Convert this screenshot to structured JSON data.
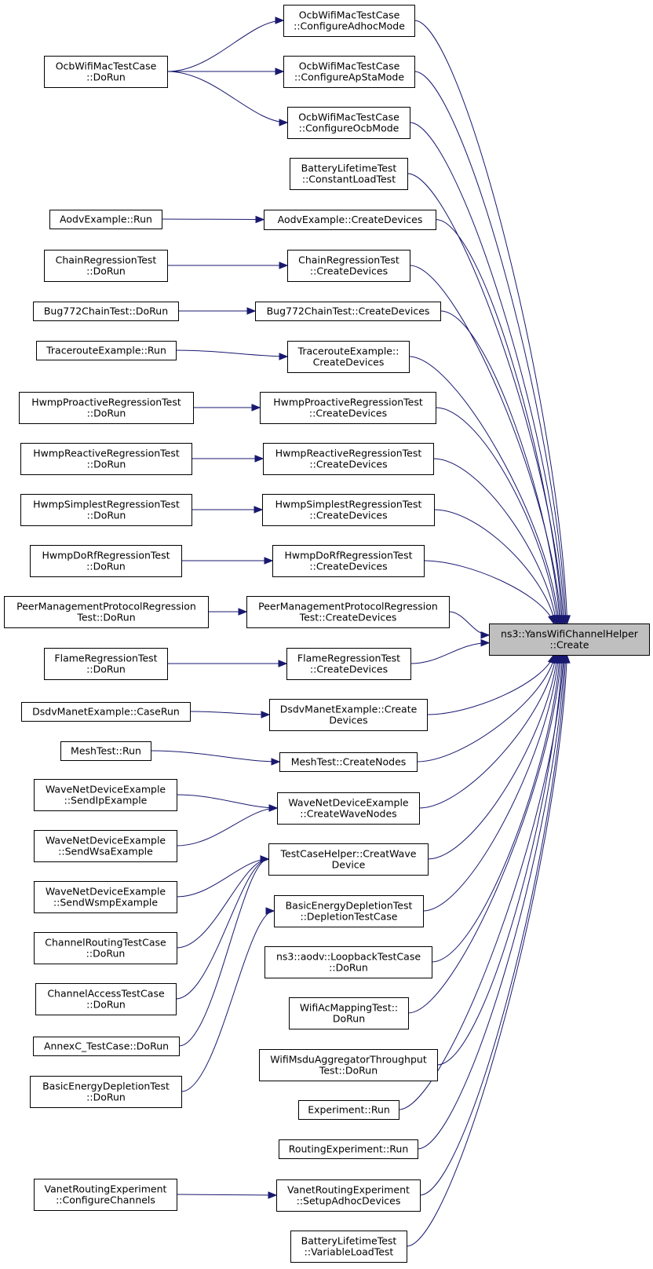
{
  "diagram": {
    "edge_color": "#191970",
    "root_fill": "#bfbfbf",
    "nodes": [
      {
        "id": "root",
        "lines": [
          "ns3::YansWifiChannelHelper",
          "::Create"
        ]
      },
      {
        "id": "c1",
        "lines": [
          "OcbWifiMacTestCase",
          "::ConfigureAdhocMode"
        ]
      },
      {
        "id": "c2",
        "lines": [
          "OcbWifiMacTestCase",
          "::ConfigureApStaMode"
        ]
      },
      {
        "id": "c3",
        "lines": [
          "OcbWifiMacTestCase",
          "::ConfigureOcbMode"
        ]
      },
      {
        "id": "c4",
        "lines": [
          "BatteryLifetimeTest",
          "::ConstantLoadTest"
        ]
      },
      {
        "id": "c5",
        "lines": [
          "AodvExample::CreateDevices"
        ]
      },
      {
        "id": "c6",
        "lines": [
          "ChainRegressionTest",
          "::CreateDevices"
        ]
      },
      {
        "id": "c7",
        "lines": [
          "Bug772ChainTest::CreateDevices"
        ]
      },
      {
        "id": "c8",
        "lines": [
          "TracerouteExample::",
          "CreateDevices"
        ]
      },
      {
        "id": "c9",
        "lines": [
          "HwmpProactiveRegressionTest",
          "::CreateDevices"
        ]
      },
      {
        "id": "c10",
        "lines": [
          "HwmpReactiveRegressionTest",
          "::CreateDevices"
        ]
      },
      {
        "id": "c11",
        "lines": [
          "HwmpSimplestRegressionTest",
          "::CreateDevices"
        ]
      },
      {
        "id": "c12",
        "lines": [
          "HwmpDoRfRegressionTest",
          "::CreateDevices"
        ]
      },
      {
        "id": "c13",
        "lines": [
          "PeerManagementProtocolRegression",
          "Test::CreateDevices"
        ]
      },
      {
        "id": "c14",
        "lines": [
          "FlameRegressionTest",
          "::CreateDevices"
        ]
      },
      {
        "id": "c15",
        "lines": [
          "DsdvManetExample::Create",
          "Devices"
        ]
      },
      {
        "id": "c16",
        "lines": [
          "MeshTest::CreateNodes"
        ]
      },
      {
        "id": "c17",
        "lines": [
          "WaveNetDeviceExample",
          "::CreateWaveNodes"
        ]
      },
      {
        "id": "c18",
        "lines": [
          "TestCaseHelper::CreatWave",
          "Device"
        ]
      },
      {
        "id": "c19",
        "lines": [
          "BasicEnergyDepletionTest",
          "::DepletionTestCase"
        ]
      },
      {
        "id": "c20",
        "lines": [
          "ns3::aodv::LoopbackTestCase",
          "::DoRun"
        ]
      },
      {
        "id": "c21",
        "lines": [
          "WifiAcMappingTest::",
          "DoRun"
        ]
      },
      {
        "id": "c22",
        "lines": [
          "WifiMsduAggregatorThroughput",
          "Test::DoRun"
        ]
      },
      {
        "id": "c23",
        "lines": [
          "Experiment::Run"
        ]
      },
      {
        "id": "c24",
        "lines": [
          "RoutingExperiment::Run"
        ]
      },
      {
        "id": "c25",
        "lines": [
          "VanetRoutingExperiment",
          "::SetupAdhocDevices"
        ]
      },
      {
        "id": "c26",
        "lines": [
          "BatteryLifetimeTest",
          "::VariableLoadTest"
        ]
      },
      {
        "id": "l1",
        "lines": [
          "OcbWifiMacTestCase",
          "::DoRun"
        ]
      },
      {
        "id": "l2",
        "lines": [
          "AodvExample::Run"
        ]
      },
      {
        "id": "l3",
        "lines": [
          "ChainRegressionTest",
          "::DoRun"
        ]
      },
      {
        "id": "l4",
        "lines": [
          "Bug772ChainTest::DoRun"
        ]
      },
      {
        "id": "l5",
        "lines": [
          "TracerouteExample::Run"
        ]
      },
      {
        "id": "l6",
        "lines": [
          "HwmpProactiveRegressionTest",
          "::DoRun"
        ]
      },
      {
        "id": "l7",
        "lines": [
          "HwmpReactiveRegressionTest",
          "::DoRun"
        ]
      },
      {
        "id": "l8",
        "lines": [
          "HwmpSimplestRegressionTest",
          "::DoRun"
        ]
      },
      {
        "id": "l9",
        "lines": [
          "HwmpDoRfRegressionTest",
          "::DoRun"
        ]
      },
      {
        "id": "l10",
        "lines": [
          "PeerManagementProtocolRegression",
          "Test::DoRun"
        ]
      },
      {
        "id": "l11",
        "lines": [
          "FlameRegressionTest",
          "::DoRun"
        ]
      },
      {
        "id": "l12",
        "lines": [
          "DsdvManetExample::CaseRun"
        ]
      },
      {
        "id": "l13",
        "lines": [
          "MeshTest::Run"
        ]
      },
      {
        "id": "l14",
        "lines": [
          "WaveNetDeviceExample",
          "::SendIpExample"
        ]
      },
      {
        "id": "l15",
        "lines": [
          "WaveNetDeviceExample",
          "::SendWsaExample"
        ]
      },
      {
        "id": "l16",
        "lines": [
          "WaveNetDeviceExample",
          "::SendWsmpExample"
        ]
      },
      {
        "id": "l17",
        "lines": [
          "ChannelRoutingTestCase",
          "::DoRun"
        ]
      },
      {
        "id": "l18",
        "lines": [
          "ChannelAccessTestCase",
          "::DoRun"
        ]
      },
      {
        "id": "l19",
        "lines": [
          "AnnexC_TestCase::DoRun"
        ]
      },
      {
        "id": "l20",
        "lines": [
          "BasicEnergyDepletionTest",
          "::DoRun"
        ]
      },
      {
        "id": "l21",
        "lines": [
          "VanetRoutingExperiment",
          "::ConfigureChannels"
        ]
      }
    ],
    "edges": [
      [
        "c1",
        "root"
      ],
      [
        "c2",
        "root"
      ],
      [
        "c3",
        "root"
      ],
      [
        "c4",
        "root"
      ],
      [
        "c5",
        "root"
      ],
      [
        "c6",
        "root"
      ],
      [
        "c7",
        "root"
      ],
      [
        "c8",
        "root"
      ],
      [
        "c9",
        "root"
      ],
      [
        "c10",
        "root"
      ],
      [
        "c11",
        "root"
      ],
      [
        "c12",
        "root"
      ],
      [
        "c13",
        "root"
      ],
      [
        "c14",
        "root"
      ],
      [
        "c15",
        "root"
      ],
      [
        "c16",
        "root"
      ],
      [
        "c17",
        "root"
      ],
      [
        "c18",
        "root"
      ],
      [
        "c19",
        "root"
      ],
      [
        "c20",
        "root"
      ],
      [
        "c21",
        "root"
      ],
      [
        "c22",
        "root"
      ],
      [
        "c23",
        "root"
      ],
      [
        "c24",
        "root"
      ],
      [
        "c25",
        "root"
      ],
      [
        "c26",
        "root"
      ],
      [
        "l1",
        "c1"
      ],
      [
        "l1",
        "c2"
      ],
      [
        "l1",
        "c3"
      ],
      [
        "l2",
        "c5"
      ],
      [
        "l3",
        "c6"
      ],
      [
        "l4",
        "c7"
      ],
      [
        "l5",
        "c8"
      ],
      [
        "l6",
        "c9"
      ],
      [
        "l7",
        "c10"
      ],
      [
        "l8",
        "c11"
      ],
      [
        "l9",
        "c12"
      ],
      [
        "l10",
        "c13"
      ],
      [
        "l11",
        "c14"
      ],
      [
        "l12",
        "c15"
      ],
      [
        "l13",
        "c16"
      ],
      [
        "l14",
        "c17"
      ],
      [
        "l15",
        "c17"
      ],
      [
        "l16",
        "c18"
      ],
      [
        "l17",
        "c18"
      ],
      [
        "l18",
        "c18"
      ],
      [
        "l19",
        "c18"
      ],
      [
        "l20",
        "c19"
      ],
      [
        "l21",
        "c25"
      ]
    ]
  }
}
